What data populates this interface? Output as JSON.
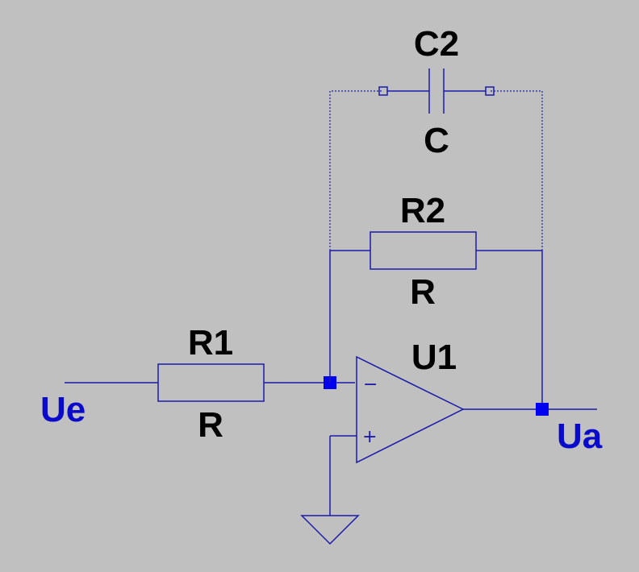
{
  "components": {
    "r1": {
      "ref": "R1",
      "value": "R"
    },
    "r2": {
      "ref": "R2",
      "value": "R"
    },
    "c2": {
      "ref": "C2",
      "value": "C"
    },
    "u1": {
      "ref": "U1",
      "inverting": "−",
      "noninverting": "+"
    }
  },
  "nets": {
    "input": "Ue",
    "output": "Ua"
  },
  "colors": {
    "background": "#c0c0c0",
    "wire": "#1a1aaa",
    "net_label": "#0a0acc",
    "component_label": "#000000"
  }
}
